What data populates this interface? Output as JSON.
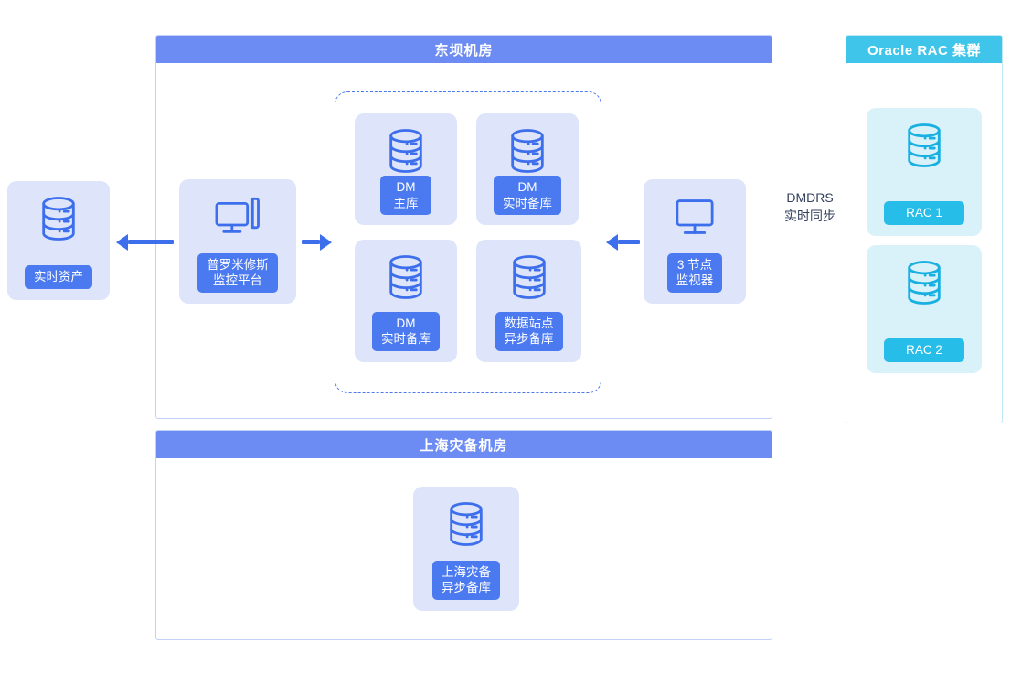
{
  "colors": {
    "room_header_blue": "#6D8CF3",
    "room_header_cyan": "#3EC5E9",
    "card_bg_lavender": "#DEE5FA",
    "card_bg_cyan": "#D9F2FA",
    "badge_blue": "#4A79F0",
    "badge_cyan": "#27BDE9",
    "icon_stroke_blue": "#3D6EEB",
    "icon_stroke_cyan": "#18AFE1",
    "arrow_blue": "#3D6EEB"
  },
  "rooms": {
    "dongba": {
      "title": "东坝机房"
    },
    "shanghai": {
      "title": "上海灾备机房"
    },
    "oracle_rac": {
      "title": "Oracle RAC 集群"
    }
  },
  "nodes": {
    "realtime_asset": {
      "label": "实时资产",
      "icon": "database-icon"
    },
    "prometheus": {
      "label": "普罗米修斯\n监控平台",
      "icon": "monitor-tower-icon"
    },
    "dm_primary": {
      "label": "DM\n主库",
      "icon": "database-icon"
    },
    "dm_realtime_standby_1": {
      "label": "DM\n实时备库",
      "icon": "database-icon"
    },
    "dm_realtime_standby_2": {
      "label": "DM\n实时备库",
      "icon": "database-icon"
    },
    "data_site_async_standby": {
      "label": "数据站点\n异步备库",
      "icon": "database-icon"
    },
    "node_monitor": {
      "label": "3 节点\n监视器",
      "icon": "monitor-icon"
    },
    "rac_1": {
      "label": "RAC 1",
      "icon": "database-icon"
    },
    "rac_2": {
      "label": "RAC 2",
      "icon": "database-icon"
    },
    "shanghai_dr_async_standby": {
      "label": "上海灾备\n异步备库",
      "icon": "database-icon"
    }
  },
  "connections": {
    "dmdrs_label": "DMDRS\n实时同步"
  }
}
